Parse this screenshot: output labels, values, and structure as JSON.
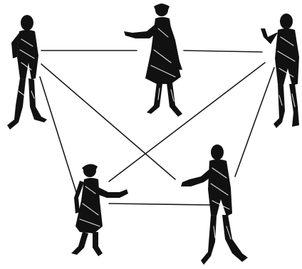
{
  "illustration": {
    "background_color": "#ffffff",
    "ink_color": "#111111",
    "figures": [
      {
        "id": "top-left",
        "pose": "standing-hands-in-pockets"
      },
      {
        "id": "top-center",
        "pose": "woman-in-dress-reaching-left"
      },
      {
        "id": "top-right",
        "pose": "standing-pointing-up"
      },
      {
        "id": "bottom-left",
        "pose": "woman-reaching-right"
      },
      {
        "id": "bottom-right",
        "pose": "man-reaching-left"
      }
    ],
    "connections": [
      [
        "top-left",
        "top-center"
      ],
      [
        "top-center",
        "top-right"
      ],
      [
        "top-left",
        "bottom-left"
      ],
      [
        "top-left",
        "bottom-right"
      ],
      [
        "top-right",
        "bottom-left"
      ],
      [
        "top-right",
        "bottom-right"
      ],
      [
        "bottom-left",
        "bottom-right"
      ]
    ]
  }
}
